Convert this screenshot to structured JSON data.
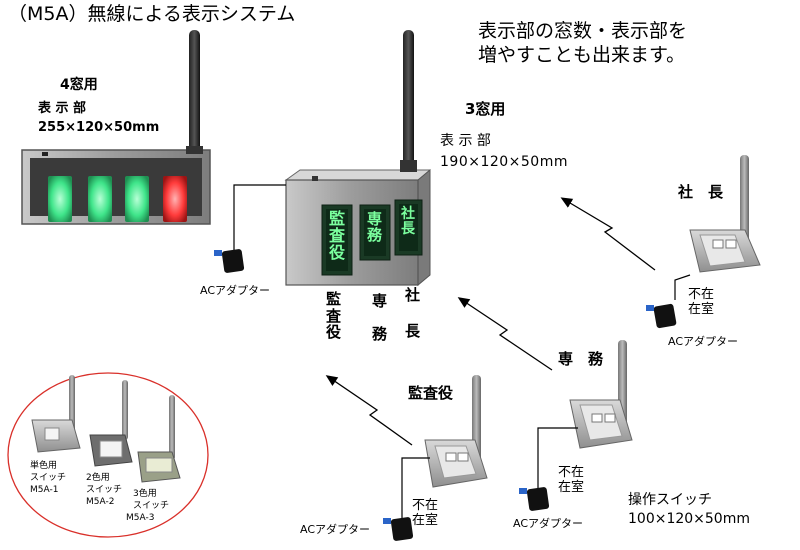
{
  "header": {
    "title": "（M5A）無線による表示システム",
    "note_line1": "表示部の窓数・表示部を",
    "note_line2": "増やすことも出来ます。"
  },
  "display4": {
    "title": "4窓用",
    "label": "表 示 部",
    "size": "255×120×50mm",
    "windows": [
      "green",
      "green",
      "green",
      "red"
    ]
  },
  "display3": {
    "title": "3窓用",
    "label": "表 示 部",
    "size": "190×120×50mm",
    "window1": [
      "監",
      "査",
      "役"
    ],
    "window2": [
      "専",
      "務"
    ],
    "window3": [
      "社",
      "長"
    ],
    "caption1": [
      "監",
      "査",
      "役"
    ],
    "caption2": [
      "専",
      "務"
    ],
    "caption3": [
      "社",
      "長"
    ]
  },
  "adapter_label": "ACアダプター",
  "switches": {
    "shacho": {
      "name": "社　長",
      "status1": "不在",
      "status2": "在室",
      "adapter": "ACアダプター"
    },
    "senmu": {
      "name": "専　務",
      "status1": "不在",
      "status2": "在室",
      "adapter": "ACアダプター"
    },
    "kansayaku": {
      "name": "監査役",
      "status1": "不在",
      "status2": "在室",
      "adapter": "ACアダプター"
    }
  },
  "operation": {
    "title": "操作スイッチ",
    "size": "100×120×50mm"
  },
  "variants": {
    "v1_line1": "単色用",
    "v1_line2": "スイッチ",
    "v1_model": "M5A-1",
    "v2_line1": "2色用",
    "v2_line2": "スイッチ",
    "v2_model": "M5A-2",
    "v3_line1": "3色用",
    "v3_line2": "スイッチ",
    "v3_model": "M5A-3"
  },
  "colors": {
    "window_green": "#3fe58a",
    "window_red": "#ff3b3b",
    "device_grey": "#9a9a9a",
    "circle_red": "#d9302a"
  }
}
